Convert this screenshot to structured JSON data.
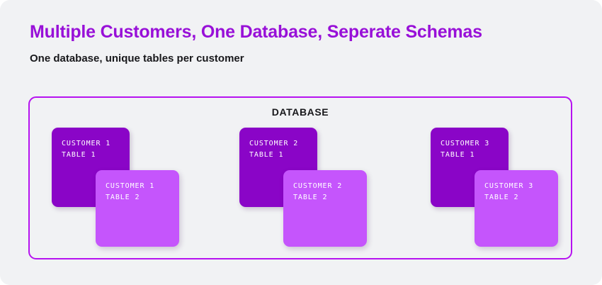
{
  "header": {
    "title": "Multiple Customers, One Database, Seperate Schemas",
    "subtitle": "One database, unique tables per customer"
  },
  "database": {
    "label": "DATABASE",
    "border_color": "#B613F0",
    "groups": [
      {
        "name": "customer-1",
        "primary": {
          "line1": "CUSTOMER 1",
          "line2": "TABLE 1",
          "color": "#8A05C7"
        },
        "secondary": {
          "line1": "CUSTOMER 1",
          "line2": "TABLE 2",
          "color": "#C555FC"
        }
      },
      {
        "name": "customer-2",
        "primary": {
          "line1": "CUSTOMER 2",
          "line2": "TABLE 1",
          "color": "#8A05C7"
        },
        "secondary": {
          "line1": "CUSTOMER 2",
          "line2": "TABLE 2",
          "color": "#C555FC"
        }
      },
      {
        "name": "customer-3",
        "primary": {
          "line1": "CUSTOMER 3",
          "line2": "TABLE 1",
          "color": "#8A05C7"
        },
        "secondary": {
          "line1": "CUSTOMER 3",
          "line2": "TABLE 2",
          "color": "#C555FC"
        }
      }
    ]
  },
  "colors": {
    "background": "#F1F2F4",
    "title": "#9810D8",
    "subtitle": "#18181B",
    "accent_dark": "#8A05C7",
    "accent_light": "#C555FC"
  }
}
